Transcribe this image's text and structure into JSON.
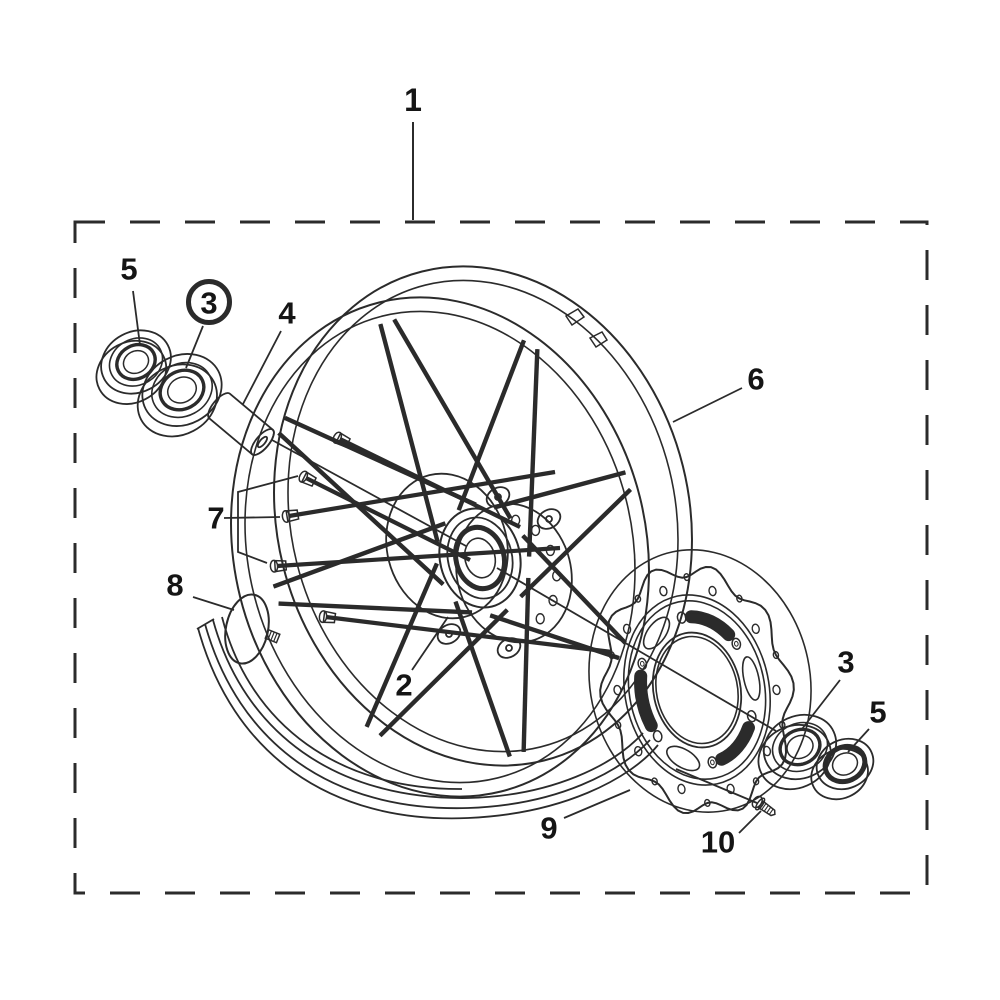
{
  "figure": {
    "kind": "exploded-parts-diagram",
    "background": "#ffffff",
    "line_color": "#2b2b2b",
    "highlight_color": "#e60000",
    "callouts": [
      {
        "label": "1"
      },
      {
        "label": "5"
      },
      {
        "label": "3",
        "highlighted": true
      },
      {
        "label": "4"
      },
      {
        "label": "6"
      },
      {
        "label": "7"
      },
      {
        "label": "8"
      },
      {
        "label": "2"
      },
      {
        "label": "9"
      },
      {
        "label": "10"
      },
      {
        "label": "3"
      },
      {
        "label": "5"
      }
    ]
  }
}
